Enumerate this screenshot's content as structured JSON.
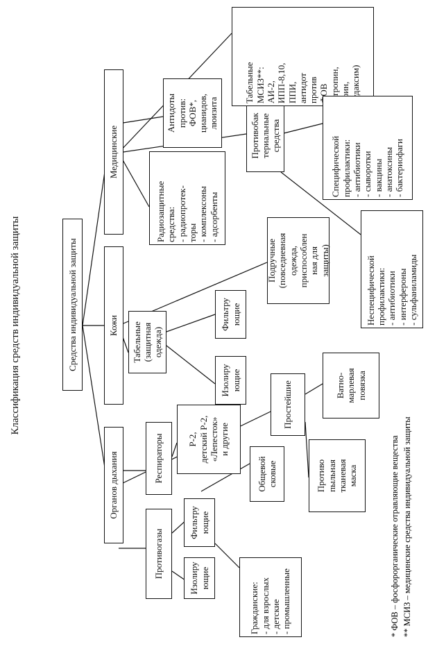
{
  "title": "Классификация средств индивидуальной защиты",
  "nodes": {
    "root": "Средства индивидуальной защиты",
    "resp": "Органов дыхания",
    "skin": "Кожи",
    "med": "Медицинские",
    "gasmasks": "Противогазы",
    "respirators": "Респираторы",
    "simplest": "Простейшие",
    "iso_resp": "Изолиру\nющие",
    "filt_resp": "Фильтру\nющие",
    "civil": "Гражданские:\n- для взрослых\n- детские\n- промышленные",
    "general": "Общевой\nсковые",
    "respirator_types": "Р-2,\nдетский Р-2,\n«Лепесток»\nи другие",
    "dust_mask": "Противо\nпыльная\nтканевая\nмаска",
    "gauze": "Ватно-\nмарлевая\nповязка",
    "tabel_skin": "Табельные\n(защитная\nодежда)",
    "iso_skin": "Изолиру\nющие",
    "filt_skin": "Фильтру\nющие",
    "improvised": "Подручные\n(повседневная\nодежда,\nприспособлен\nная для\nзащиты)",
    "radio": "Радиозащитные\nсредства:\n- радиопротек-\n  торы\n- комплексоны\n- адсорбенты",
    "antidotes": "Антидоты\nпротив:\nФОВ*,\nцианидов,\nлюизита",
    "antibac": "Противобак\nтериальные\nсредства",
    "tabel_med": "Табельные\nМСИЗ**:\nАИ-2,\nИПП-8,10,\nППИ,\nантидот\nпротив\nФОВ\n(атропин,\nафин,\nбудаксим)",
    "specific": "Специфической\nпрофилактики:\n- антибиотики\n- сыворотки\n- вакцины\n- анатоксины\n- бактериофаги",
    "nonspecific": "Неспецифической\nпрофилактики:\n- антибиотики\n- интерфероны\n- сульфаниламиды"
  },
  "footnotes": [
    "* ФОВ – фосфорорганические отравляющие вещества",
    "** МСИЗ – медицинские средства индивидуальной защиты"
  ]
}
